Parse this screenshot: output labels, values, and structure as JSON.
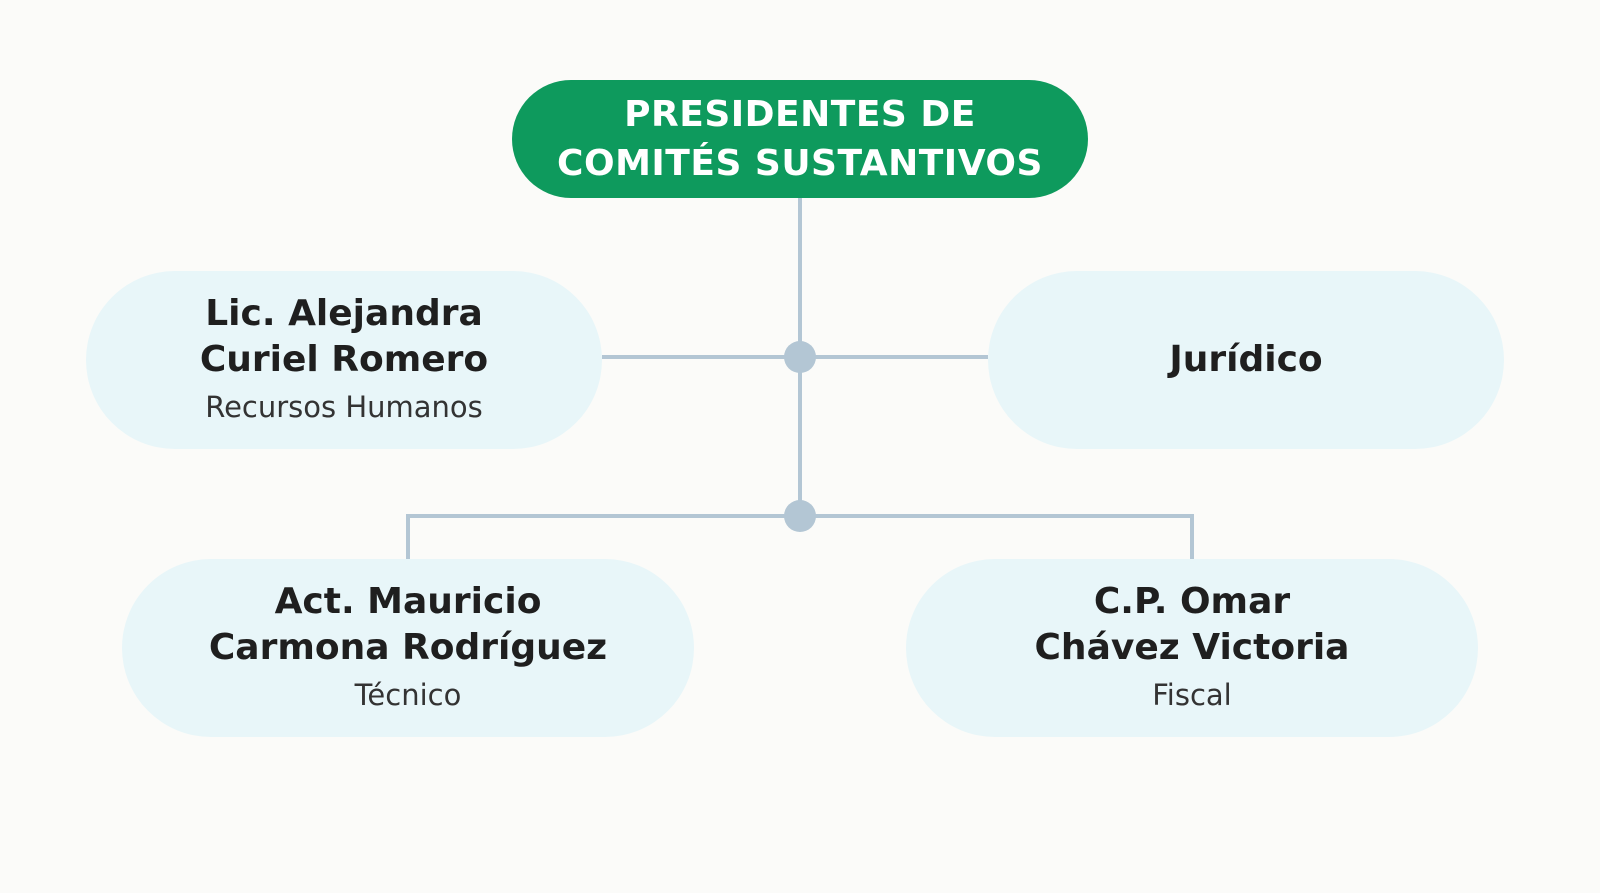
{
  "root": {
    "title_line1": "PRESIDENTES DE",
    "title_line2": "COMITÉS SUSTANTIVOS"
  },
  "nodes": {
    "recursos_humanos": {
      "name_line1": "Lic. Alejandra",
      "name_line2": "Curiel Romero",
      "role": "Recursos Humanos"
    },
    "juridico": {
      "label": "Jurídico"
    },
    "tecnico": {
      "name_line1": "Act. Mauricio",
      "name_line2": "Carmona Rodríguez",
      "role": "Técnico"
    },
    "fiscal": {
      "name_line1": "C.P. Omar",
      "name_line2": "Chávez Victoria",
      "role": "Fiscal"
    }
  },
  "colors": {
    "root_fill": "#0e9a5d",
    "node_fill": "#e8f6f9",
    "connector": "#b3c6d4"
  }
}
